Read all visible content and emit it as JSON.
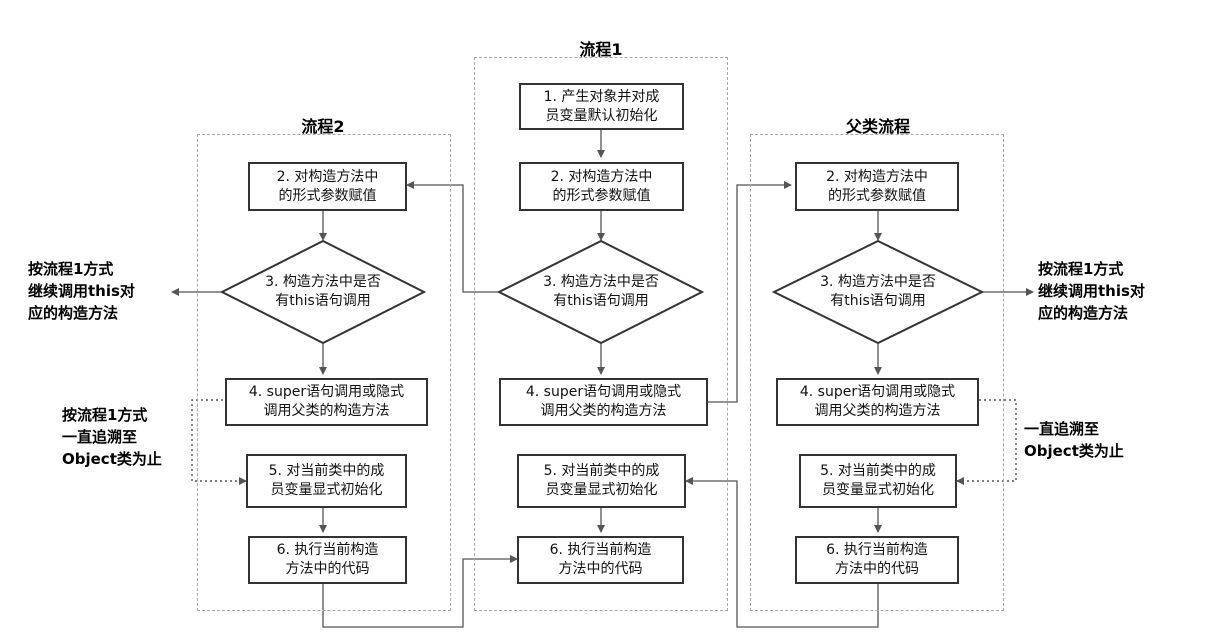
{
  "flows": {
    "flow1": {
      "title": "流程1",
      "step1": "1. 产生对象并对成\n员变量默认初始化",
      "step2": "2. 对构造方法中\n的形式参数赋值",
      "step3": "3. 构造方法中是否\n有this语句调用",
      "step4": "4. super语句调用或隐式\n调用父类的构造方法",
      "step5": "5. 对当前类中的成\n员变量显式初始化",
      "step6": "6. 执行当前构造\n方法中的代码"
    },
    "flow2": {
      "title": "流程2",
      "step2": "2. 对构造方法中\n的形式参数赋值",
      "step3": "3. 构造方法中是否\n有this语句调用",
      "step4": "4. super语句调用或隐式\n调用父类的构造方法",
      "step5": "5. 对当前类中的成\n员变量显式初始化",
      "step6": "6. 执行当前构造\n方法中的代码"
    },
    "parent": {
      "title": "父类流程",
      "step2": "2. 对构造方法中\n的形式参数赋值",
      "step3": "3. 构造方法中是否\n有this语句调用",
      "step4": "4. super语句调用或隐式\n调用父类的构造方法",
      "step5": "5. 对当前类中的成\n员变量显式初始化",
      "step6": "6. 执行当前构造\n方法中的代码"
    }
  },
  "notes": {
    "left_this": "按流程1方式\n继续调用this对\n应的构造方法",
    "left_trace": "按流程1方式\n一直追溯至\nObject类为止",
    "right_this": "按流程1方式\n继续调用this对\n应的构造方法",
    "right_trace": "一直追溯至\nObject类为止"
  },
  "colors": {
    "line": "#555555",
    "box_border": "#333333",
    "frame_border": "#a8a8a8"
  }
}
